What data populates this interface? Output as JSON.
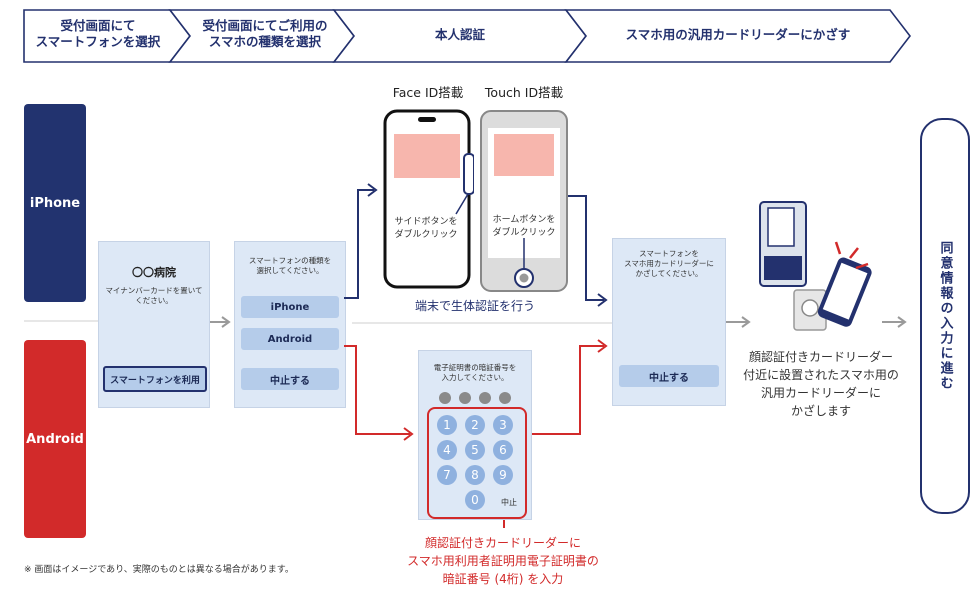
{
  "steps": [
    {
      "line1": "受付画面にて",
      "line2": "スマートフォンを選択"
    },
    {
      "line1": "受付画面にてご利用の",
      "line2": "スマホの種類を選択"
    },
    {
      "line1": "本人認証",
      "line2": ""
    },
    {
      "line1": "スマホ用の汎用カードリーダーにかざす",
      "line2": ""
    }
  ],
  "platforms": {
    "iphone": "iPhone",
    "android": "Android"
  },
  "screen1": {
    "title": "〇〇病院",
    "text1": "マイナンバーカードを置いて",
    "text2": "ください。",
    "button": "スマートフォンを利用"
  },
  "screen2": {
    "text1": "スマートフォンの種類を",
    "text2": "選択してください。",
    "btn_iphone": "iPhone",
    "btn_android": "Android",
    "btn_cancel": "中止する"
  },
  "faceid": {
    "label": "Face ID搭載",
    "caption1": "サイドボタンを",
    "caption2": "ダブルクリック"
  },
  "touchid": {
    "label": "Touch ID搭載",
    "caption1": "ホームボタンを",
    "caption2": "ダブルクリック"
  },
  "biometric_caption": "端末で生体認証を行う",
  "pin_screen": {
    "text1": "電子証明書の暗証番号を",
    "text2": "入力してください。",
    "keys": [
      "1",
      "2",
      "3",
      "4",
      "5",
      "6",
      "7",
      "8",
      "9",
      "0"
    ],
    "cancel": "中止"
  },
  "pin_caption": {
    "line1": "顔認証付きカードリーダーに",
    "line2": "スマホ用利用者証明用電子証明書の",
    "line3": "暗証番号 (4桁) を入力"
  },
  "screen4": {
    "text1": "スマートフォンを",
    "text2": "スマホ用カードリーダーに",
    "text3": "かざしてください。",
    "btn_cancel": "中止する"
  },
  "reader_caption": {
    "line1": "顔認証付きカードリーダー",
    "line2": "付近に設置されたスマホ用の",
    "line3": "汎用カードリーダーに",
    "line4": "かざします"
  },
  "final_step": "同意情報の入力に進む",
  "footnote": "※ 画面はイメージであり、実際のものとは異なる場合があります。",
  "colors": {
    "navy": "#23316e",
    "red": "#d22a2a",
    "screen_bg": "#dde8f6",
    "pill": "#b5ccea",
    "key": "#8fb1df",
    "pink": "#f7b6ad"
  }
}
